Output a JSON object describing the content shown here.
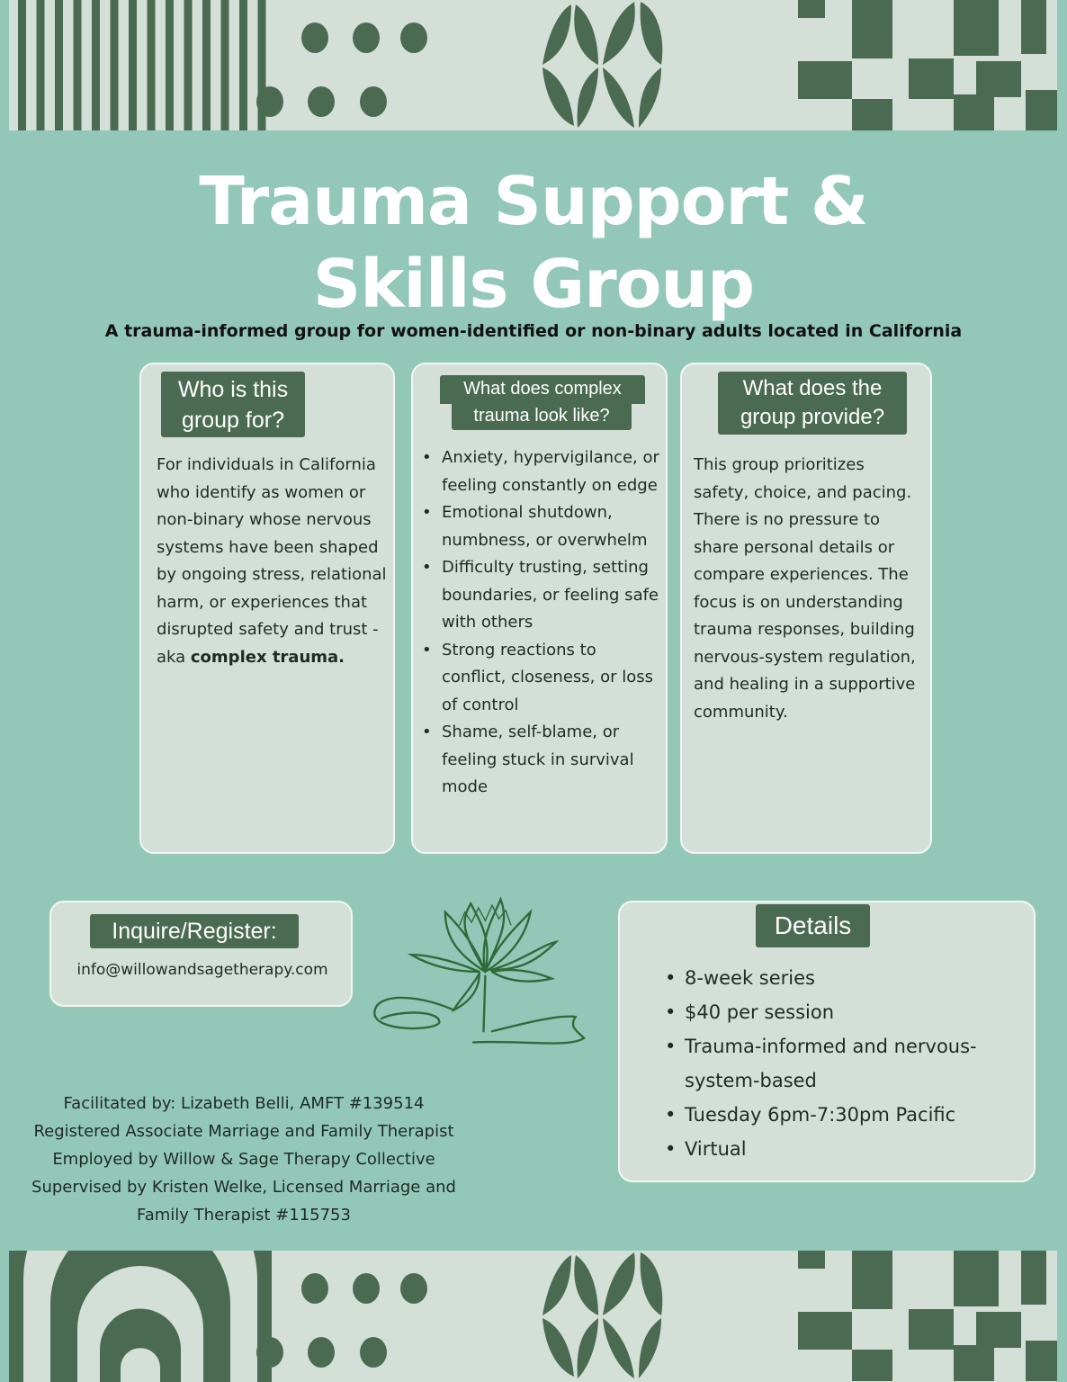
{
  "title_line1": "Trauma Support &",
  "title_line2": "Skills Group",
  "subtitle": "A trauma-informed group for women-identified or non-binary adults located in California",
  "colors": {
    "background": "#93c8b8",
    "card": "#d4e0d7",
    "accent": "#4a6b52"
  },
  "cards": [
    {
      "heading": "Who is this group for?",
      "text": "For individuals in California who identify as women or non-binary whose nervous systems have been shaped by ongoing stress, relational harm, or experiences that disrupted safety and trust - aka ",
      "bold": "complex trauma."
    },
    {
      "heading": "What does complex trauma look like?",
      "items": [
        "Anxiety, hypervigilance, or feeling constantly on edge",
        "Emotional shutdown, numbness, or overwhelm",
        "Difficulty trusting, setting boundaries, or feeling safe with others",
        "Strong reactions to conflict, closeness, or loss of control",
        "Shame, self-blame, or feeling stuck in survival mode"
      ]
    },
    {
      "heading": "What does the group provide?",
      "text": "This group prioritizes safety, choice, and pacing. There is no pressure to share personal details or compare experiences. The focus is on understanding trauma responses, building nervous-system regulation, and healing in a supportive community."
    }
  ],
  "inquire": {
    "heading": "Inquire/Register:",
    "email": "info@willowandsagetherapy.com"
  },
  "details": {
    "heading": "Details",
    "items": [
      "8-week series",
      "$40 per session",
      "Trauma-informed and nervous-system-based",
      "Tuesday 6pm-7:30pm Pacific",
      "Virtual"
    ]
  },
  "footer": [
    "Facilitated by: Lizabeth Belli, AMFT #139514",
    "Registered Associate Marriage and Family Therapist",
    "Employed by Willow & Sage Therapy Collective",
    "Supervised by Kristen Welke, Licensed Marriage and Family Therapist #115753"
  ],
  "icons": [
    "lotus-flower-illustration"
  ]
}
